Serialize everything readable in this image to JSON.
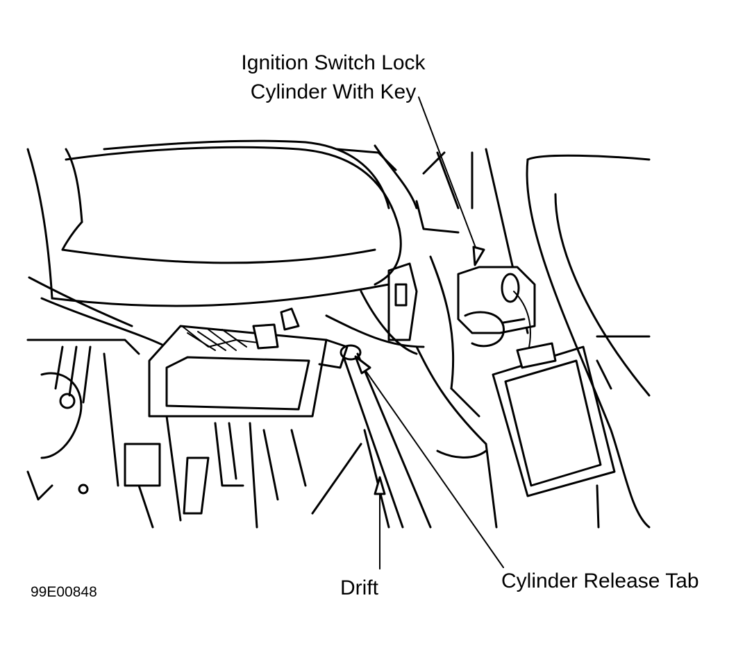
{
  "labels": {
    "ignition_line1": "Ignition Switch Lock",
    "ignition_line2": "Cylinder With Key",
    "drift": "Drift",
    "release_tab": "Cylinder Release Tab",
    "figure_id": "99E00848"
  }
}
